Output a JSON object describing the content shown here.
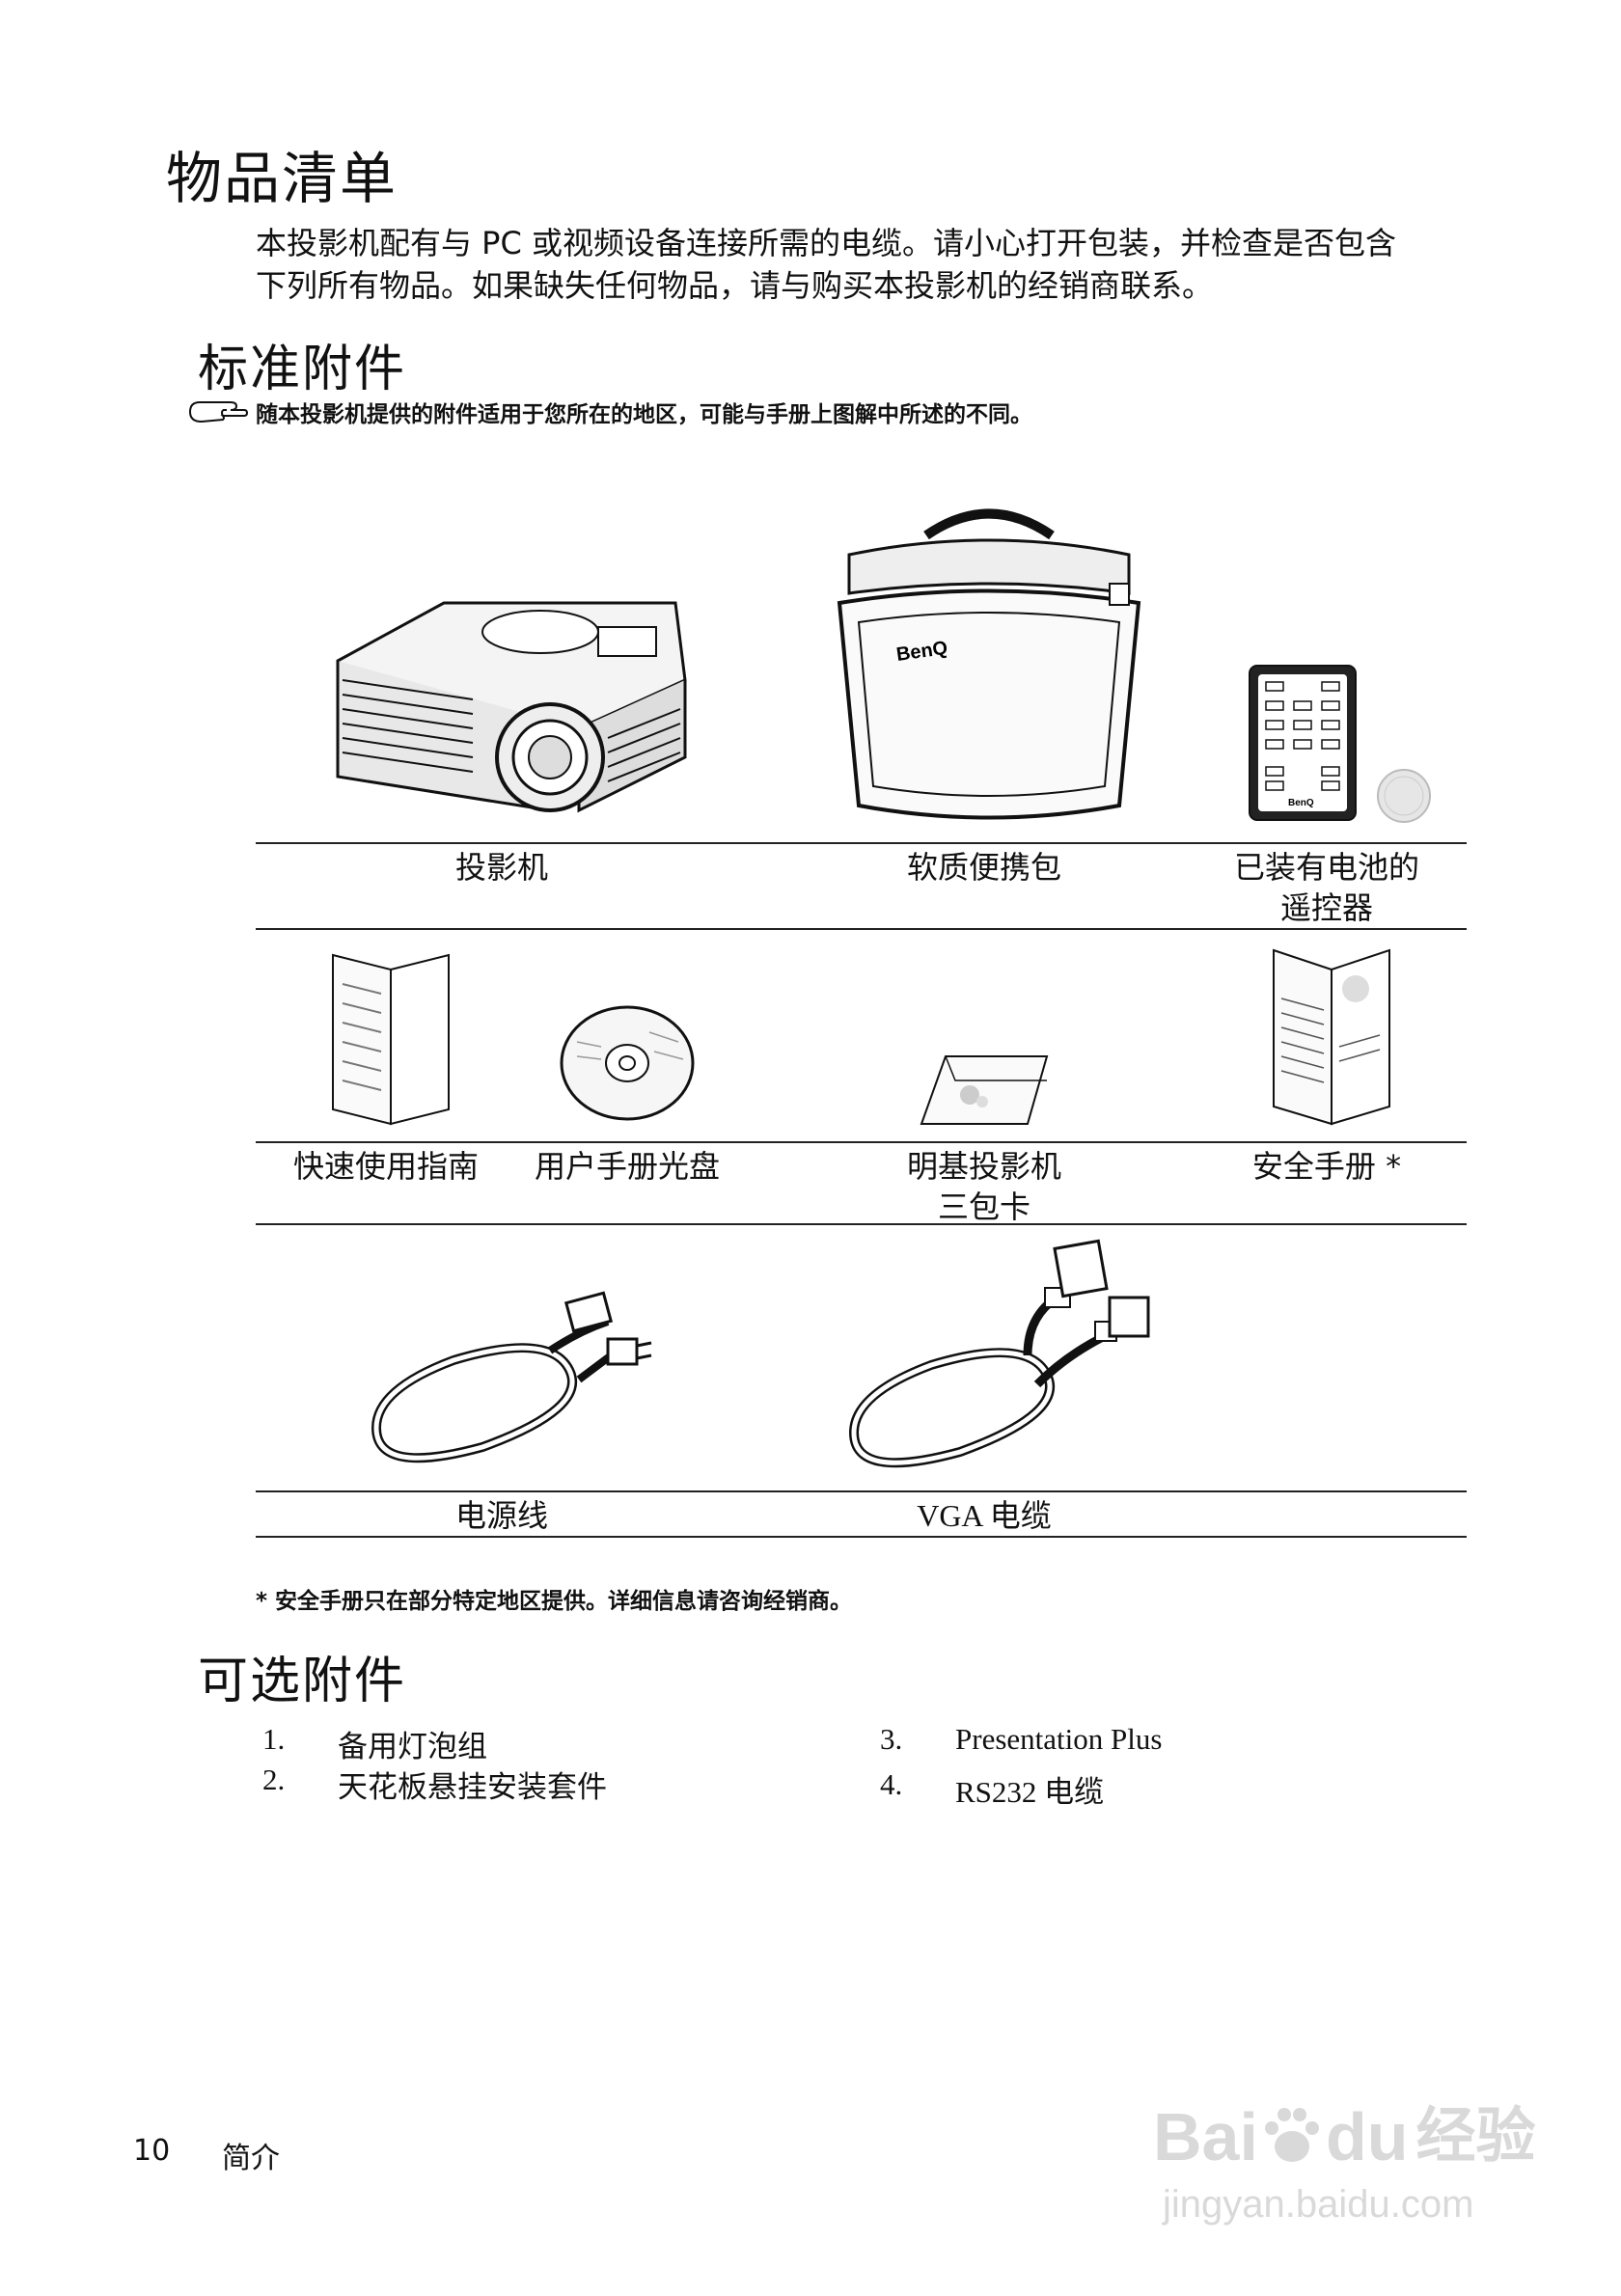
{
  "page": {
    "title": "物品清单",
    "intro_line1": "本投影机配有与 PC 或视频设备连接所需的电缆。请小心打开包装，并检查是否包含",
    "intro_line2": "下列所有物品。如果缺失任何物品，请与购买本投影机的经销商联系。"
  },
  "standard": {
    "heading": "标准附件",
    "note": "随本投影机提供的附件适用于您所在的地区，可能与手册上图解中所述的不同。",
    "row1": [
      "投影机",
      "软质便携包",
      "已装有电池的",
      "遥控器"
    ],
    "row2": [
      "快速使用指南",
      "用户手册光盘",
      "明基投影机",
      "三包卡",
      "安全手册 *"
    ],
    "row3": [
      "电源线",
      "VGA 电缆"
    ],
    "brand_text": "BenQ",
    "footnote": "* 安全手册只在部分特定地区提供。详细信息请咨询经销商。"
  },
  "optional": {
    "heading": "可选附件",
    "items": [
      {
        "num": "1.",
        "text": "备用灯泡组"
      },
      {
        "num": "2.",
        "text": "天花板悬挂安装套件"
      },
      {
        "num": "3.",
        "text": "Presentation Plus"
      },
      {
        "num": "4.",
        "text": "RS232 电缆"
      }
    ]
  },
  "footer": {
    "page_number": "10",
    "section": "简介"
  },
  "watermark": {
    "brand": "Bai",
    "brand2": "du",
    "suffix": "经验",
    "url": "jingyan.baidu.com"
  },
  "icons": [
    "hand-pointer-icon",
    "baidu-paw-icon"
  ]
}
